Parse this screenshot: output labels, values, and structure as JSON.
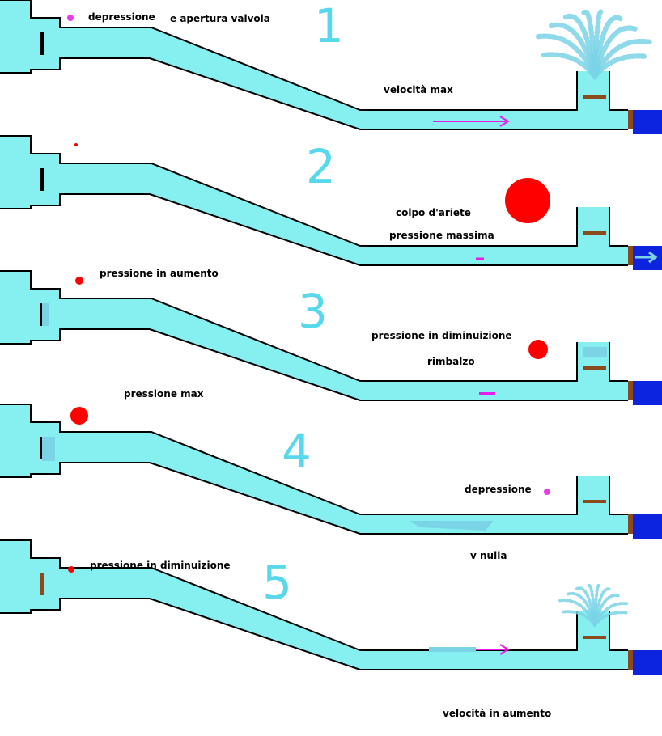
{
  "colors": {
    "water": "#86f0f0",
    "outline": "#000000",
    "reservoir": "#0c24e0",
    "valve": "#8b4a1c",
    "arrow": "#e81ce8",
    "pressure": "#ff0000",
    "depression": "#e83ce8",
    "numbers": "#58d8ec",
    "spray": "#7ad4e6"
  },
  "panels": [
    {
      "number": "1",
      "labels": [
        "depressione",
        "e apertura valvola",
        "velocità max"
      ],
      "state": "flow-max"
    },
    {
      "number": "2",
      "labels": [
        "colpo d'ariete",
        "pressione massima"
      ],
      "state": "water-hammer"
    },
    {
      "number": "3",
      "labels": [
        "pressione in aumento",
        "pressione in diminuizione",
        "rimbalzo"
      ],
      "state": "rebound"
    },
    {
      "number": "4",
      "labels": [
        "pressione max",
        "depressione",
        "v nulla"
      ],
      "state": "zero-velocity"
    },
    {
      "number": "5",
      "labels": [
        "pressione in diminuizione",
        "velocità in aumento"
      ],
      "state": "flow-increasing"
    }
  ]
}
